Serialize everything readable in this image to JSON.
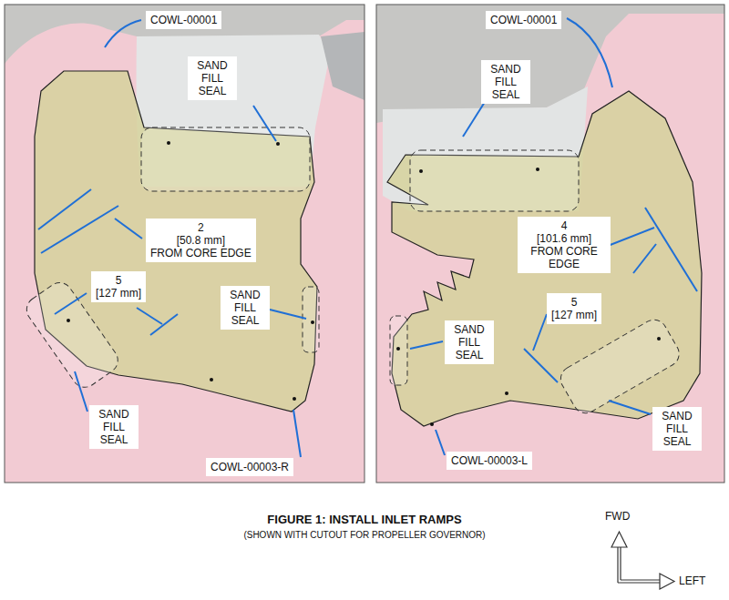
{
  "diagram": {
    "title": "FIGURE 1: INSTALL INLET RAMPS",
    "caption": "(SHOWN WITH CUTOUT FOR PROPELLER GOVERNOR)",
    "labels": [
      "COWL-00001",
      "SAND FILL SEAL",
      "2",
      "[50.8 mm]",
      "FROM CORE EDGE",
      "5",
      "[127 mm]",
      "SAND FILL SEAL",
      "SAND FILL SEAL",
      "COWL-00003-R",
      "COWL-00001",
      "SAND FILL SEAL",
      "4",
      "[101.6 mm]",
      "FROM CORE EDGE",
      "5",
      "[127 mm]",
      "SAND FILL SEAL",
      "SAND FILL SEAL",
      "COWL-00003-L",
      "FWD",
      "LEFT"
    ]
  }
}
